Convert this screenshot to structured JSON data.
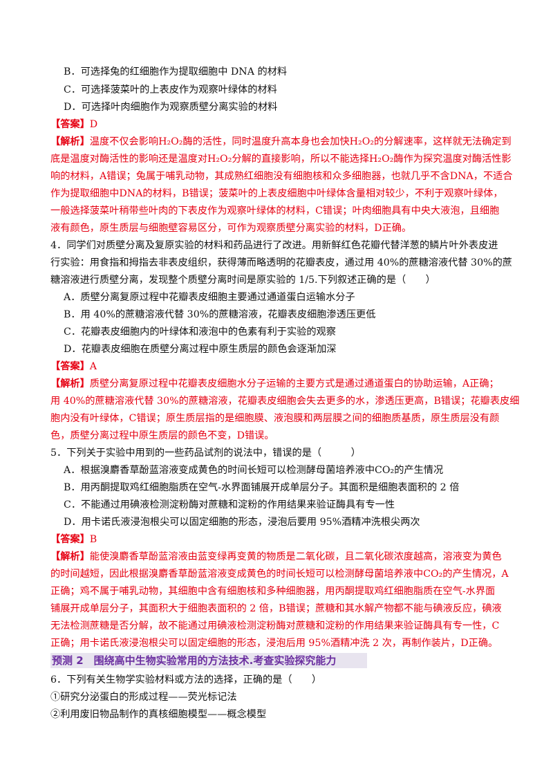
{
  "q3": {
    "optB": "B．可选择兔的红细胞作为提取细胞中 DNA 的材料",
    "optC": "C．可选择菠菜叶的上表皮作为观察叶绿体的材料",
    "optD": "D．可选择叶肉细胞作为观察质壁分离实验的材料",
    "answer_tag": "【答案】",
    "answer": "D",
    "analysis_tag": "【解析】",
    "analysis_lines": [
      "温度不仅会影响H₂O₂酶的活性，同时温度升高本身也会加快H₂O₂的分解速率，这样就无法确定到",
      "底是温度对酶活性的影响还是温度对H₂O₂分解的直接影响，所以不能选择H₂O₂酶作为探究温度对酶活性影",
      "响的材料，A错误；兔属于哺乳动物，其成熟红细胞没有细胞核和众多细胞器，也就几乎不含DNA，不适合",
      "作为提取细胞中DNA的材料，B错误；菠菜叶的上表皮细胞中叶绿体含量相对较少，不利于观察叶绿体，",
      "一般选择菠菜叶稍带些叶肉的下表皮作为观察叶绿体的材料，C错误；叶肉细胞具有中央大液泡，且细胞",
      "液有颜色，原生质层与细胞壁容易区分，可作为观察质壁分离实验的材料，D正确。"
    ]
  },
  "q4": {
    "stem_lines": [
      "4．同学们对质壁分离及复原实验的材料和药品进行了改进。用新鲜红色花瓣代替洋葱的鳞片叶外表皮进",
      "行实验：用食指和拇指去非表皮组织，获得薄而略透明的花瓣表皮，通过用 40%的蔗糖溶液代替 30%的蔗",
      "糖溶液进行质壁分离，发现整个质壁分离时间是原实验的 1/5.下列叙述正确的是（　　）"
    ],
    "optA": "A．质壁分离复原过程中花瓣表皮细胞主要通过通道蛋白运输水分子",
    "optB": "B．用 40%的蔗糖溶液代替 30%的蔗糖溶液，花瓣表皮细胞渗透压更低",
    "optC": "C．花瓣表皮细胞内的叶绿体和液泡中的色素有利于实验的观察",
    "optD": "D．花瓣表皮细胞在质壁分离过程中原生质层的颜色会逐渐加深",
    "answer_tag": "【答案】",
    "answer": "A",
    "analysis_tag": "【解析】",
    "analysis_lines": [
      "质壁分离复原过程中花瓣表皮细胞水分子运输的主要方式是通过通道蛋白的协助运输，A正确；",
      "用 40%的蔗糖溶液代替 30%的蔗糖溶液，花瓣表皮细胞会失去更多的水，渗透压更高，B错误；花瓣表皮细",
      "胞内没有叶绿体，C错误；原生质层指的是细胞膜、液泡膜和两层膜之间的细胞质基质，原生质层没有颜",
      "色，质壁分离过程中原生质层的颜色不变，D错误。"
    ]
  },
  "q5": {
    "stem": "5．下列关于实验中用到的一些药品试剂的说法中，错误的是（　　　）",
    "optA": "A．根据溴麝香草酚蓝溶液变成黄色的时间长短可以检测酵母菌培养液中CO₂的产生情况",
    "optB": "B．用丙酮提取鸡红细胞脂质在空气-水界面铺展开成单层分子。其面积是细胞表面积的 2 倍",
    "optC": "C．不能通过用碘液检测淀粉酶对蔗糖和淀粉的作用结果来验证酶具有专一性",
    "optD": "D．用卡诺氏液浸泡根尖可以固定细胞的形态，浸泡后要用 95%酒精冲洗根尖两次",
    "answer_tag": "【答案】",
    "answer": "B",
    "analysis_tag": "【解析】",
    "analysis_lines": [
      "能使溴麝香草酚蓝溶液由蓝变绿再变黄的物质是二氧化碳，且二氧化碳浓度越高，溶液变为黄色",
      "的时间越短，因此根据溴麝香草酚蓝溶液变成黄色的时间长短可以检测酵母菌培养液中CO₂的产生情况，A",
      "正确；鸡不属于哺乳动物，其细胞中含有细胞核和多种细胞器，用丙酮提取鸡红细胞脂质在空气-水界面",
      "铺展开成单层分子，其面积大于细胞表面积的 2 倍，B错误；蔗糖和其水解产物都不能与碘液反应，碘液",
      "无法检测蔗糖是否分解，故不能通过用碘液检测淀粉酶对蔗糖和淀粉的作用结果来验证酶具有专一性，C",
      "正确；用卡诺氏液浸泡根尖可以固定细胞的形态，浸泡后用 95%酒精冲洗 2 次，再制作装片，D正确。"
    ]
  },
  "section": {
    "title": "预测 2　围绕高中生物实验常用的方法技术.考查实验探究能力"
  },
  "q6": {
    "stem": "6．下列有关生物学实验材料或方法的选择，正确的是（　　）",
    "item1": "①研究分泌蛋白的形成过程——荧光标记法",
    "item2": "②利用废旧物品制作的真核细胞模型——概念模型"
  },
  "colors": {
    "answer_red": "#e60012",
    "section_purple": "#6b2fa0",
    "section_bg": "#e8e4ef"
  }
}
